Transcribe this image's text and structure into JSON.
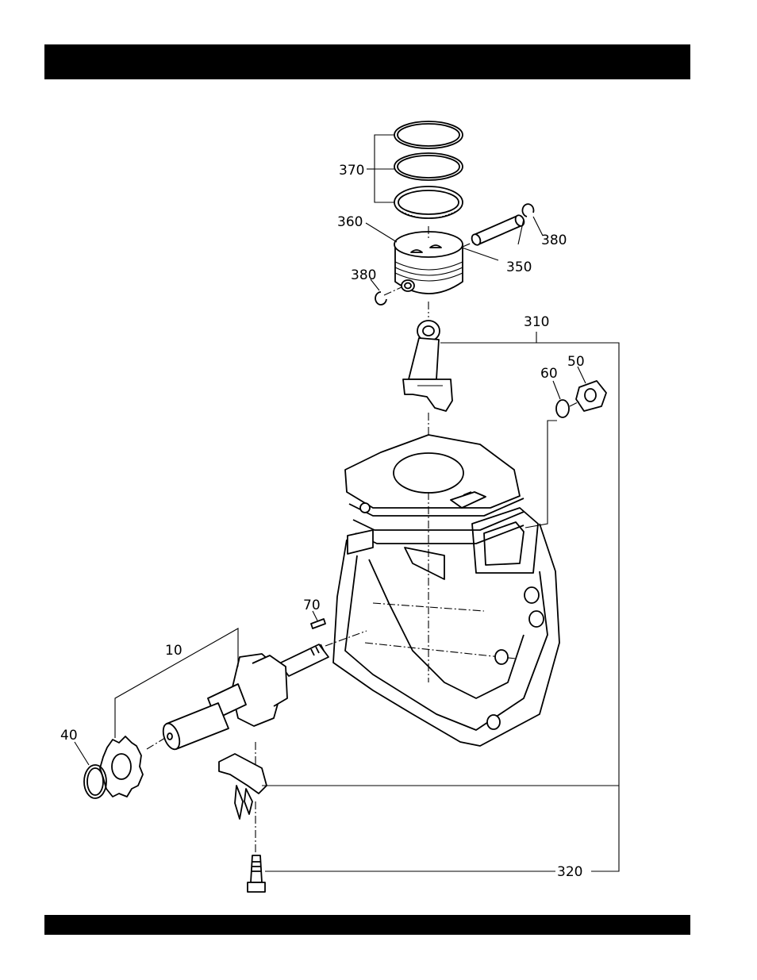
{
  "header": {
    "title": ""
  },
  "footer": {
    "text": ""
  },
  "callouts": {
    "ring_set": "370",
    "piston": "360",
    "circlip_right": "380",
    "piston_pin": "350",
    "circlip_left": "380",
    "conrod_assembly": "310",
    "nut": "50",
    "washer": "60",
    "key": "70",
    "crankshaft": "10",
    "crank_gear_ring": "40",
    "rod_bolt": "320"
  }
}
